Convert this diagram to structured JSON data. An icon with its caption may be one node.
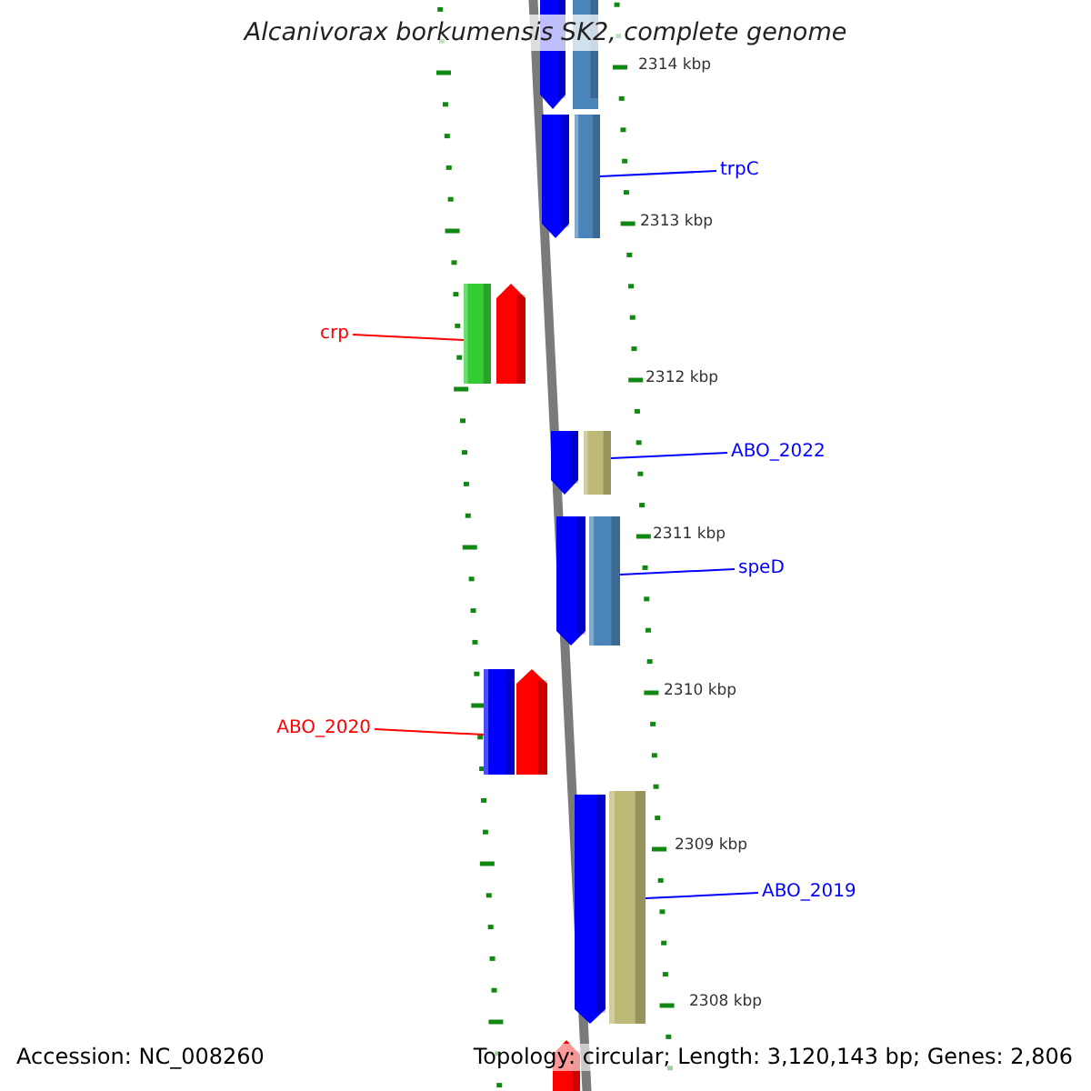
{
  "diagram": {
    "title": "Alcanivorax borkumensis SK2, complete genome",
    "nodes": [
      {
        "text": [
          "trpC"
        ]
      },
      {
        "text": [],
        "shape": "bar"
      },
      {
        "text": [
          "crp"
        ]
      },
      {
        "text": [],
        "shape": "bar"
      },
      {
        "text": [
          "ABO_2022"
        ]
      },
      {
        "text": [],
        "shape": "bar"
      },
      {
        "text": [
          "speD"
        ]
      },
      {
        "text": [],
        "shape": "bar"
      },
      {
        "text": [
          "ABO_2020"
        ]
      },
      {
        "text": [],
        "shape": "bar"
      },
      {
        "text": [
          "ABO_2019"
        ]
      },
      {
        "text": [],
        "shape": "bar"
      }
    ],
    "edges": [
      {
        "from": 0,
        "to": 1,
        "arrow": "none"
      },
      {
        "from": 2,
        "to": 3,
        "arrow": "none",
        "color": "#ff0000"
      },
      {
        "from": 4,
        "to": 5,
        "arrow": "none"
      },
      {
        "from": 6,
        "to": 7,
        "arrow": "none"
      },
      {
        "from": 8,
        "to": 9,
        "arrow": "none",
        "color": "#ff0000"
      },
      {
        "from": 10,
        "to": 11,
        "arrow": "none"
      }
    ],
    "labels": [
      "2314 kbp",
      "2313 kbp",
      "2312 kbp",
      "2311 kbp",
      "2310 kbp",
      "2309 kbp",
      "2308 kbp",
      "Accession: NC_008260",
      "Topology: circular; Length: 3,120,143 bp; Genes: 2,806"
    ]
  }
}
